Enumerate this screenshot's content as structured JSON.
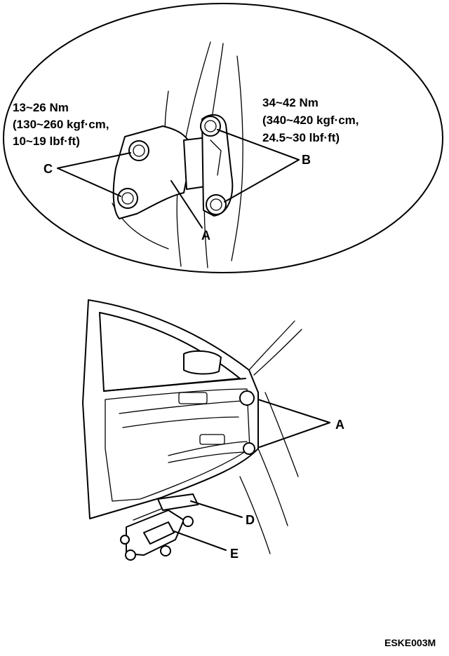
{
  "labels": {
    "torque_c": [
      "13~26 Nm",
      "(130~260 kgf·cm,",
      "10~19 lbf·ft)"
    ],
    "torque_b": [
      "34~42 Nm",
      "(340~420 kgf·cm,",
      "24.5~30 lbf·ft)"
    ],
    "letter_a": "A",
    "letter_b": "B",
    "letter_c": "C",
    "letter_d": "D",
    "letter_e": "E",
    "diagram_code": "ESKE003M"
  }
}
